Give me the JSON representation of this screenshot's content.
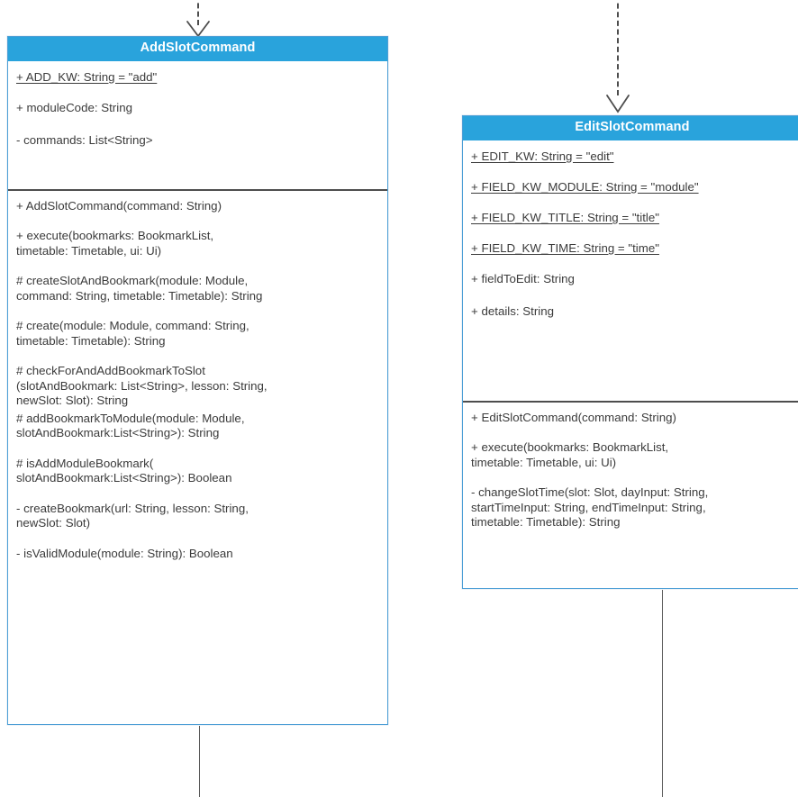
{
  "diagram": {
    "type": "uml-class-diagram",
    "title": "",
    "background_color": "#ffffff",
    "header_color": "#29A3DC",
    "header_text_color": "#ffffff",
    "border_color": "#4d9fd6",
    "divider_color": "#4d4d4d",
    "connector_color": "#4d4d4d",
    "text_color": "#3b3b3b"
  },
  "classes": [
    {
      "name": "AddSlotCommand",
      "attributes": [
        {
          "text": "+ ADD_KW: String = \"add\"",
          "static": true
        },
        {
          "text": "+ moduleCode: String",
          "static": false
        },
        {
          "text": "- commands: List<String>",
          "static": false
        }
      ],
      "methods": [
        {
          "text": "+ AddSlotCommand(command: String)",
          "tight": false
        },
        {
          "text": "+ execute(bookmarks: BookmarkList,\ntimetable: Timetable, ui: Ui)",
          "tight": false
        },
        {
          "text": "# createSlotAndBookmark(module: Module,\ncommand: String, timetable: Timetable): String",
          "tight": false
        },
        {
          "text": "# create(module: Module, command: String,\ntimetable: Timetable): String",
          "tight": false
        },
        {
          "text": "# checkForAndAddBookmarkToSlot\n(slotAndBookmark: List<String>, lesson: String,\nnewSlot: Slot): String",
          "tight": true
        },
        {
          "text": "# addBookmarkToModule(module: Module,\nslotAndBookmark:List<String>): String",
          "tight": false
        },
        {
          "text": "# isAddModuleBookmark(\nslotAndBookmark:List<String>): Boolean",
          "tight": false
        },
        {
          "text": "- createBookmark(url: String, lesson: String,\nnewSlot: Slot)",
          "tight": false
        },
        {
          "text": "- isValidModule(module: String): Boolean",
          "tight": false
        }
      ]
    },
    {
      "name": "EditSlotCommand",
      "attributes": [
        {
          "text": "+ EDIT_KW: String = \"edit\"",
          "static": true
        },
        {
          "text": "+ FIELD_KW_MODULE: String = \"module\"",
          "static": true
        },
        {
          "text": "+ FIELD_KW_TITLE: String = \"title\"",
          "static": true
        },
        {
          "text": "+ FIELD_KW_TIME: String = \"time\"",
          "static": true
        },
        {
          "text": "+ fieldToEdit: String",
          "static": false
        },
        {
          "text": "+ details: String",
          "static": false
        }
      ],
      "methods": [
        {
          "text": "+ EditSlotCommand(command: String)",
          "tight": false
        },
        {
          "text": "+ execute(bookmarks: BookmarkList,\ntimetable: Timetable, ui: Ui)",
          "tight": false
        },
        {
          "text": "- changeSlotTime(slot: Slot, dayInput: String,\nstartTimeInput: String, endTimeInput: String,\ntimetable: Timetable): String",
          "tight": false
        }
      ]
    }
  ],
  "connectors": [
    {
      "name": "realization-arrow-to-AddSlotCommand",
      "style": "dashed",
      "arrow": "open-v"
    },
    {
      "name": "realization-arrow-to-EditSlotCommand",
      "style": "dashed",
      "arrow": "open-v"
    },
    {
      "name": "association-line-below-AddSlotCommand",
      "style": "solid",
      "arrow": "none"
    },
    {
      "name": "association-line-below-EditSlotCommand",
      "style": "solid",
      "arrow": "none"
    }
  ]
}
